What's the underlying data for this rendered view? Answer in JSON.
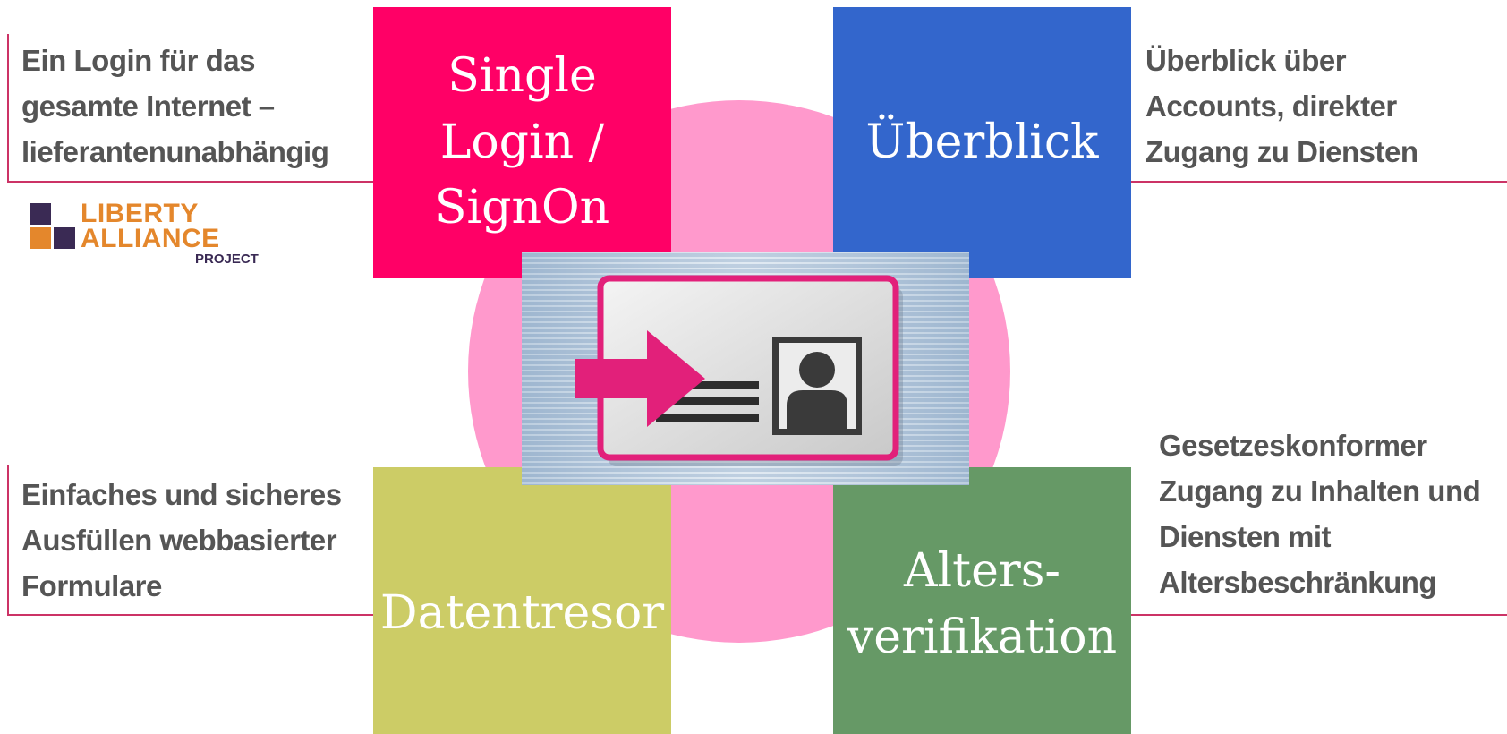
{
  "colors": {
    "magenta": "#ff0066",
    "blue": "#3366cc",
    "olive": "#cccc66",
    "green": "#669966",
    "circle": "#ff99cc",
    "line": "#cc3366",
    "text": "#555555"
  },
  "center_icon": "id-card-icon",
  "boxes": {
    "single_login": "Single\nLogin /\nSignOn",
    "ueberblick": "Überblick",
    "datentresor": "Datentresor",
    "altersverifikation": "Alters-\nverifikation"
  },
  "descriptions": {
    "single_login": "Ein Login für das\ngesamte Internet –\nlieferantenunabhängig",
    "ueberblick": "Überblick über\nAccounts, direkter\nZugang zu Diensten",
    "datentresor": "Einfaches und sicheres\nAusfüllen webbasierter\nFormulare",
    "altersverifikation": "Gesetzeskonformer\nZugang zu Inhalten und\nDiensten mit\nAltersbeschränkung"
  },
  "logo": {
    "line1": "LIBERTY",
    "line2": "ALLIANCE",
    "line3": "PROJECT"
  }
}
